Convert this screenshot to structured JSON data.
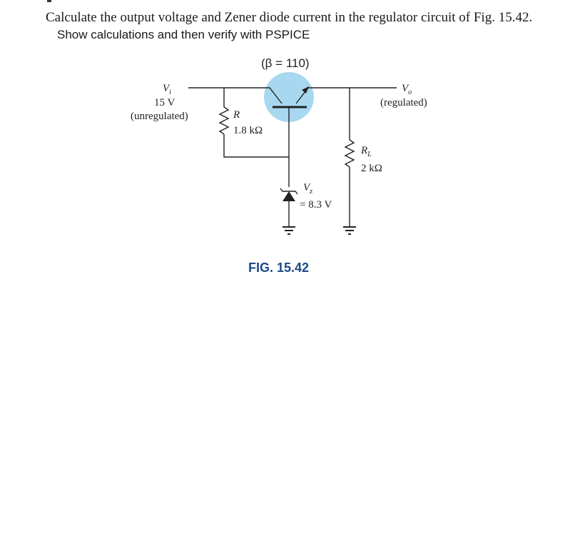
{
  "question": {
    "line1": "Calculate the output voltage and Zener diode current in the regulator circuit of Fig. 15.42.",
    "line2": "Show calculations and then verify with PSPICE"
  },
  "circuit": {
    "beta": "(β = 110)",
    "vi": {
      "symbol": "V",
      "sub": "i",
      "value": "15 V",
      "note": "(unregulated)"
    },
    "r": {
      "symbol": "R",
      "value": "1.8 kΩ"
    },
    "vo": {
      "symbol": "V",
      "sub": "o",
      "note": "(regulated)"
    },
    "rl": {
      "symbol": "R",
      "sub": "L",
      "value": "2 kΩ"
    },
    "vz": {
      "symbol": "V",
      "sub": "z",
      "value": "= 8.3 V"
    },
    "caption": "FIG. 15.42",
    "highlight_color": "#a8d8f0",
    "caption_color": "#1b4b8a"
  }
}
